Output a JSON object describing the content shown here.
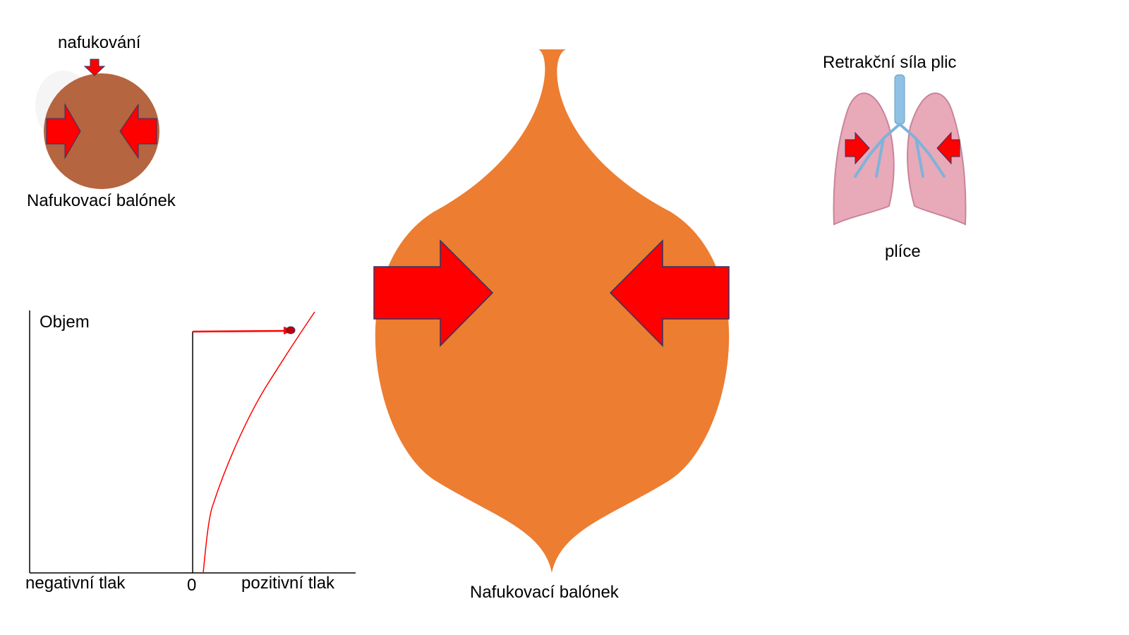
{
  "top_left": {
    "inflation_label": "nafukování",
    "caption": "Nafukovací balónek"
  },
  "top_right": {
    "title": "Retrakční síla plic",
    "caption": "plíce"
  },
  "center": {
    "caption": "Nafukovací balónek"
  },
  "chart": {
    "ylabel": "Objem",
    "x_negative_label": "negativní tlak",
    "x_zero_label": "0",
    "x_positive_label": "pozitivní tlak"
  },
  "colors": {
    "balloon_center": "#ED7D31",
    "balloon_small": "#B5653F",
    "arrow_fill": "#FF0000",
    "arrow_stroke": "#333366",
    "curve": "#FF0000",
    "lung_fill": "#E8A9B8",
    "trachea": "#8EC1E3"
  }
}
